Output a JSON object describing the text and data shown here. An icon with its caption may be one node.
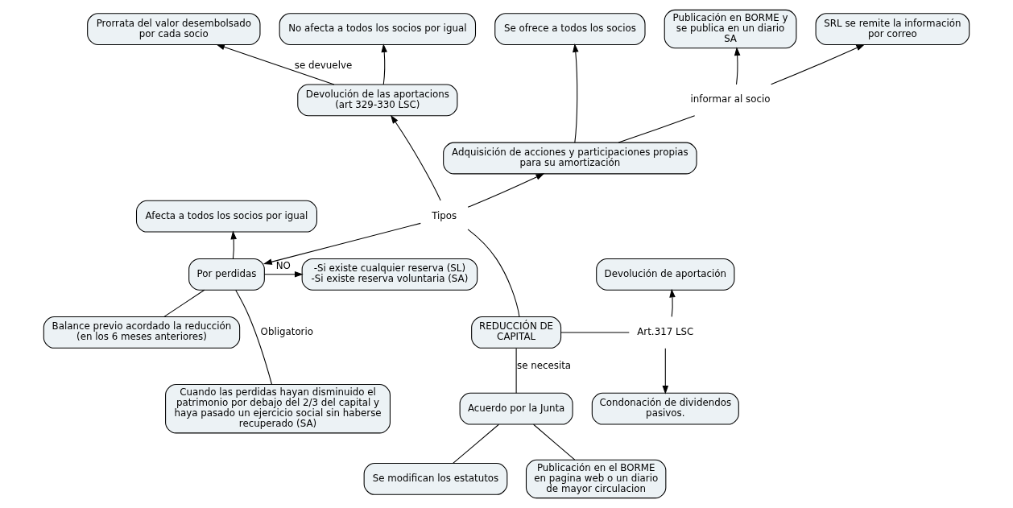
{
  "diagram": {
    "nodes": [
      {
        "text": [
          "Prorrata del valor desembolsado por cada socio"
        ]
      },
      {
        "text": [
          "No afecta a todos los socios por igual"
        ]
      },
      {
        "text": [
          "Se ofrece a todos los socios"
        ]
      },
      {
        "text": [
          "Publicación en BORME y se publica en un diario SA"
        ]
      },
      {
        "text": [
          "SRL se remite la información por correo"
        ]
      },
      {
        "text": [
          "Devolución de las aportacions (art 329-330 LSC)"
        ]
      },
      {
        "text": [
          "informar al socio"
        ]
      },
      {
        "text": [
          "Adquisición de acciones y participaciones propias para su amortización"
        ]
      },
      {
        "text": [
          "Afecta a todos los socios por igual"
        ]
      },
      {
        "text": [
          "Tipos"
        ]
      },
      {
        "text": [
          "-Si existe cualquier reserva (SL) -Si existe reserva voluntaria (SA)"
        ]
      },
      {
        "text": [
          "Por perdidas"
        ]
      },
      {
        "text": [
          "Devolución de aportación"
        ]
      },
      {
        "text": [
          "REDUCCIÓN DE CAPITAL"
        ]
      },
      {
        "text": [
          "Art.317 LSC"
        ]
      },
      {
        "text": [
          "Balance previo acordado la reducción (en los 6 meses anteriores)"
        ]
      },
      {
        "text": [
          "Condonación de dividendos pasivos."
        ]
      },
      {
        "text": [
          "Cuando las perdidas hayan disminuido el patrimonio por debajo del 2/3 del capital y haya pasado un ejercicio social sin haberse recuperado (SA)"
        ]
      },
      {
        "text": [
          "Acuerdo por la Junta"
        ]
      },
      {
        "text": [
          "Se modifican los estatutos"
        ]
      },
      {
        "text": [
          "Publicación en el BORME en pagina web o un diario de mayor circulacion"
        ]
      }
    ],
    "edges": [
      {
        "from": 5,
        "to": 0,
        "arrow": "to",
        "label": "se devuelve"
      },
      {
        "from": 5,
        "to": 1,
        "arrow": "to"
      },
      {
        "from": 7,
        "to": 2,
        "arrow": "to"
      },
      {
        "from": 7,
        "to": 6,
        "arrow": "none"
      },
      {
        "from": 6,
        "to": 3,
        "arrow": "to"
      },
      {
        "from": 6,
        "to": 4,
        "arrow": "to"
      },
      {
        "from": 13,
        "to": 9,
        "arrow": "none"
      },
      {
        "from": 9,
        "to": 5,
        "arrow": "to"
      },
      {
        "from": 9,
        "to": 7,
        "arrow": "to"
      },
      {
        "from": 11,
        "to": 8,
        "arrow": "to"
      },
      {
        "from": 9,
        "to": 11,
        "arrow": "to"
      },
      {
        "from": 11,
        "to": 10,
        "arrow": "to",
        "label": "NO"
      },
      {
        "from": 11,
        "to": 15,
        "arrow": "none"
      },
      {
        "from": 11,
        "to": 17,
        "arrow": "none",
        "label": "Obligatorio"
      },
      {
        "from": 13,
        "to": 14,
        "arrow": "none"
      },
      {
        "from": 14,
        "to": 12,
        "arrow": "to"
      },
      {
        "from": 14,
        "to": 16,
        "arrow": "to"
      },
      {
        "from": 13,
        "to": 18,
        "arrow": "none",
        "label": "se necesita"
      },
      {
        "from": 18,
        "to": 19,
        "arrow": "none"
      },
      {
        "from": 18,
        "to": 20,
        "arrow": "none"
      }
    ]
  }
}
